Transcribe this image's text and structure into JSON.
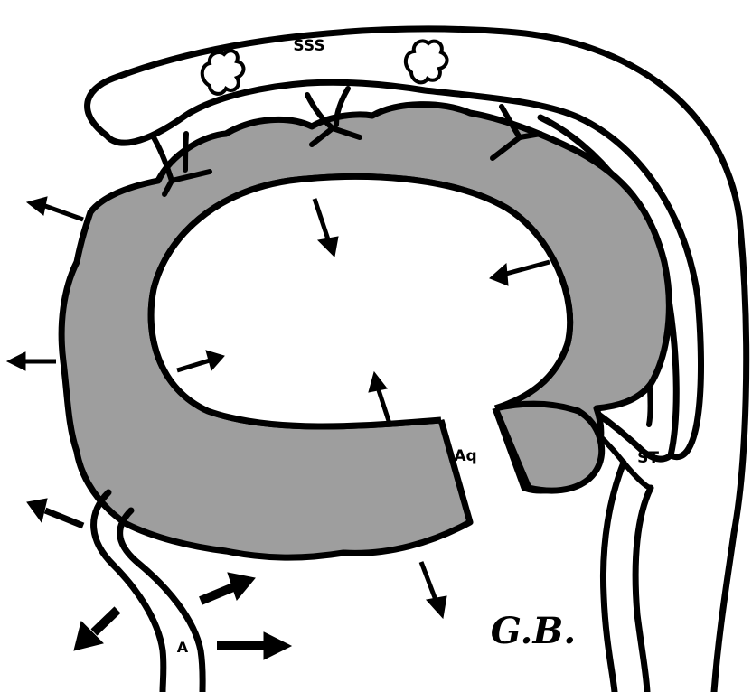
{
  "labels": {
    "superior_sagittal_sinus": "SSS",
    "aqueduct": "Aq",
    "straight_sinus": "ST",
    "artery": "A"
  },
  "signature": "G.B.",
  "colors": {
    "brain_tissue": "#9e9e9e",
    "outline": "#000000",
    "background": "#ffffff"
  }
}
